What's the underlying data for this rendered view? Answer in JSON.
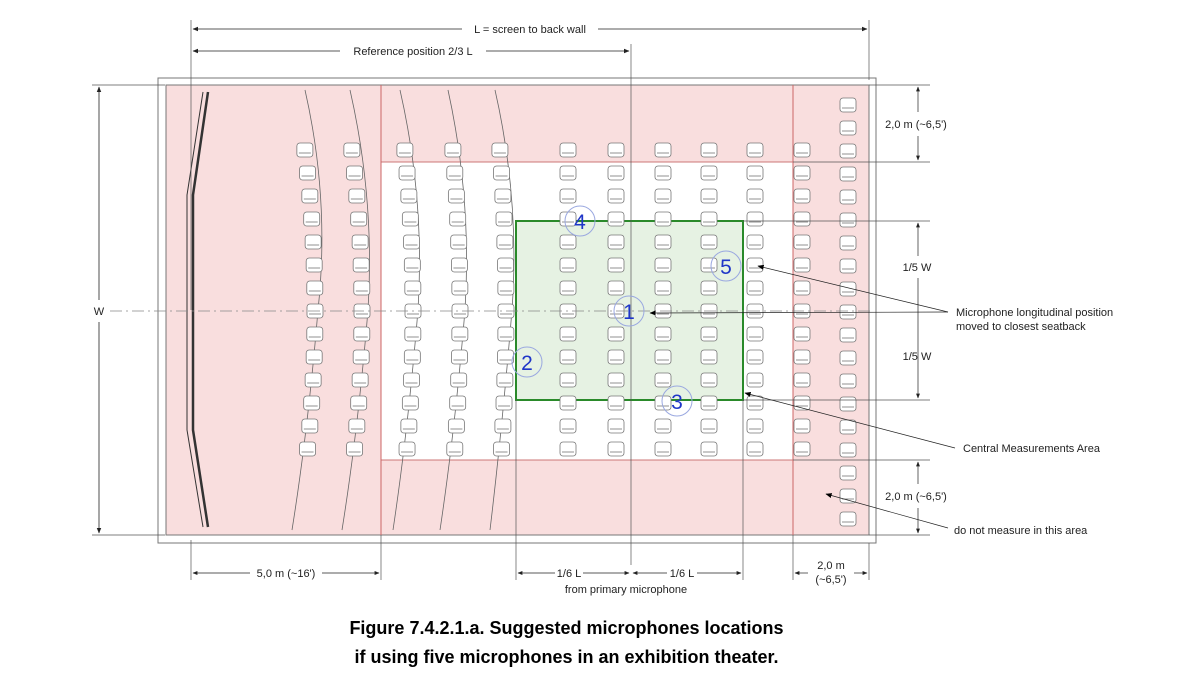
{
  "dimensions": {
    "l_screen_to_back": "L = screen to back wall",
    "ref_position": "Reference position 2/3 L",
    "width_w": "W",
    "two_m_top": "2,0 m (~6,5')",
    "two_m_bottom": "2,0 m (~6,5')",
    "fifth_w_1": "1/5 W",
    "fifth_w_2": "1/5 W",
    "five_m": "5,0 m (~16')",
    "sixth_l_1": "1/6 L",
    "sixth_l_2": "1/6 L",
    "from_primary": "from primary microphone",
    "two_m_rear_line1": "2,0 m",
    "two_m_rear_line2": "(~6,5')"
  },
  "annotations": {
    "mic_longitudinal_line1": "Microphone longitudinal position",
    "mic_longitudinal_line2": "moved to closest seatback",
    "central_area": "Central Measurements Area",
    "do_not_measure": "do not measure in this area"
  },
  "microphones": [
    "1",
    "2",
    "3",
    "4",
    "5"
  ],
  "caption": {
    "line1": "Figure 7.4.2.1.a. Suggested microphones locations",
    "line2": "if using five microphones in an exhibition theater."
  },
  "colors": {
    "exclusion_zone": "#f9dede",
    "measurement_area_fill": "#e6f2e3",
    "measurement_area_border": "#2a8a2a",
    "mic_number": "#1f36c8"
  }
}
